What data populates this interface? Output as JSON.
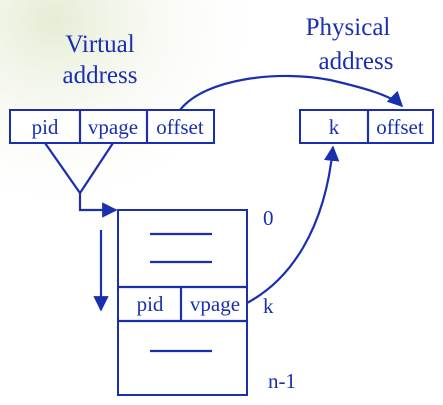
{
  "colors": {
    "ink": "#1a2fb0",
    "background": "#ffffff"
  },
  "virtual_address": {
    "title_line1": "Virtual",
    "title_line2": "address",
    "fields": [
      "pid",
      "vpage",
      "offset"
    ]
  },
  "physical_address": {
    "title_line1": "Physical",
    "title_line2": "address",
    "fields": [
      "k",
      "offset"
    ]
  },
  "table": {
    "row_labels": {
      "first": "0",
      "match": "k",
      "last": "n-1"
    },
    "match_entry": [
      "pid",
      "vpage"
    ]
  }
}
